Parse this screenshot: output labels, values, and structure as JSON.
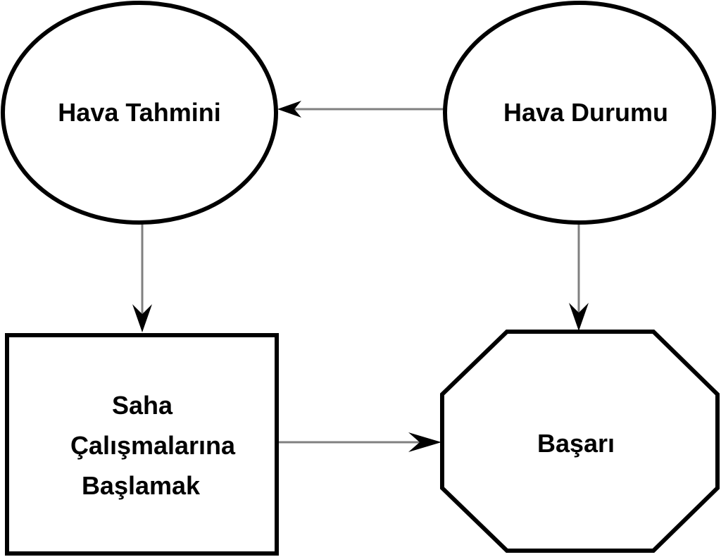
{
  "diagram": {
    "nodes": [
      {
        "id": "forecast",
        "shape": "ellipse",
        "lines": [
          "Hava Tahmini"
        ]
      },
      {
        "id": "weather",
        "shape": "ellipse",
        "lines": [
          "Hava Durumu"
        ]
      },
      {
        "id": "start",
        "shape": "rectangle",
        "lines": [
          "Saha",
          "Çalışmalarına",
          "Başlamak"
        ]
      },
      {
        "id": "success",
        "shape": "octagon",
        "lines": [
          "Başarı"
        ]
      }
    ],
    "edges": [
      {
        "from": "weather",
        "to": "forecast"
      },
      {
        "from": "forecast",
        "to": "start"
      },
      {
        "from": "weather",
        "to": "success"
      },
      {
        "from": "start",
        "to": "success"
      }
    ]
  }
}
